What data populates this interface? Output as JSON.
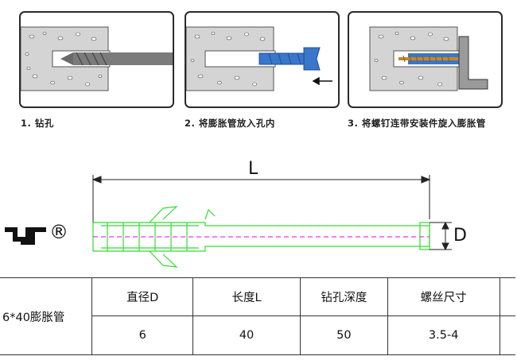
{
  "steps": [
    {
      "label": "1. 钻孔"
    },
    {
      "label": "2. 将膨胀管放入孔内"
    },
    {
      "label": "3. 将螺钉连带安装件旋入膨胀管"
    }
  ],
  "dimension": {
    "length_label": "L",
    "diameter_label": "D"
  },
  "brand": {
    "registered_mark": "®"
  },
  "spec_table": {
    "model": "6*40膨胀管",
    "headers": [
      "直径D",
      "长度L",
      "钻孔深度",
      "螺丝尺寸"
    ],
    "values": [
      "6",
      "40",
      "50",
      "3.5-4"
    ]
  },
  "colors": {
    "concrete": "#d3d3d3",
    "drill": "#7b7b7b",
    "anchor_blue": "#3a76c9",
    "screw_gold": "#c7872a",
    "outline_green": "#33dd33",
    "centerline_magenta": "#ee33ee",
    "border": "#2a2a2a"
  }
}
